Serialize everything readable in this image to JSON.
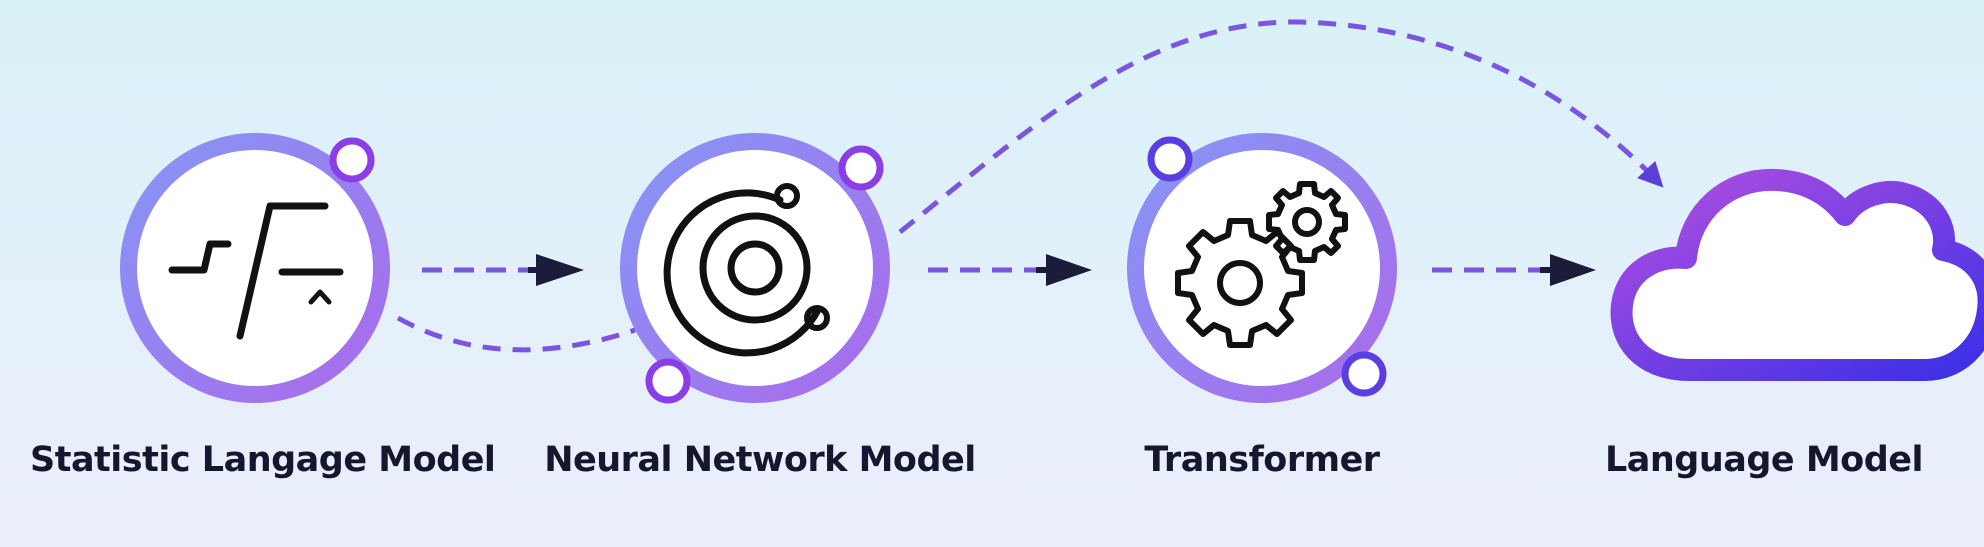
{
  "diagram": {
    "stages": [
      {
        "id": "statistic",
        "label": "Statistic Langage Model",
        "icon": "step-function-icon"
      },
      {
        "id": "neural",
        "label": "Neural Network Model",
        "icon": "orbit-rings-icon"
      },
      {
        "id": "transformer",
        "label": "Transformer",
        "icon": "gears-icon"
      },
      {
        "id": "llm",
        "label": "Language Model",
        "icon": "cloud-icon"
      }
    ],
    "connections": [
      {
        "from": "statistic",
        "to": "neural",
        "style": "dashed-arrow"
      },
      {
        "from": "neural",
        "to": "transformer",
        "style": "dashed-arrow"
      },
      {
        "from": "transformer",
        "to": "llm",
        "style": "dashed-arrow"
      },
      {
        "from": "statistic",
        "to": "neural",
        "style": "dashed-curve"
      },
      {
        "from": "neural",
        "to": "llm",
        "style": "dashed-curve-arrow"
      }
    ],
    "colors": {
      "ring": "#8c7ef3",
      "ring_accent": "#a35ae8",
      "node_dot": "#8a3fe6",
      "dashed_line": "#7a55e0",
      "arrow_head": "#1b1b3a",
      "icon_stroke": "#111111",
      "cloud_gradient_start": "#b14fe0",
      "cloud_gradient_end": "#3a2fe6",
      "label": "#16172e"
    }
  }
}
